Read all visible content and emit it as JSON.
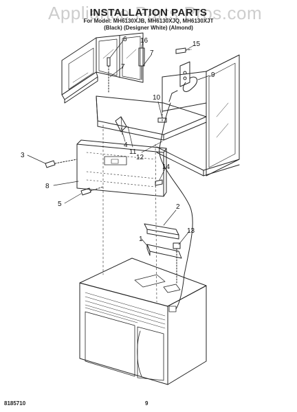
{
  "header": {
    "title": "INSTALLATION PARTS",
    "subtitle": "For Model: MH6130XJB, MH6130XJQ, MH6130XJT",
    "variant": "(Black)  (Designer White)  (Almond)"
  },
  "watermark": "Appliance Parts Pros.com",
  "footer": {
    "doc_number": "8185710",
    "page_number": "9"
  },
  "callouts": [
    "1",
    "2",
    "3",
    "4",
    "5",
    "6",
    "7",
    "7",
    "8",
    "9",
    "10",
    "11",
    "12",
    "13",
    "14",
    "15",
    "16"
  ],
  "colors": {
    "line": "#222222",
    "watermark": "#bdbdbd"
  }
}
